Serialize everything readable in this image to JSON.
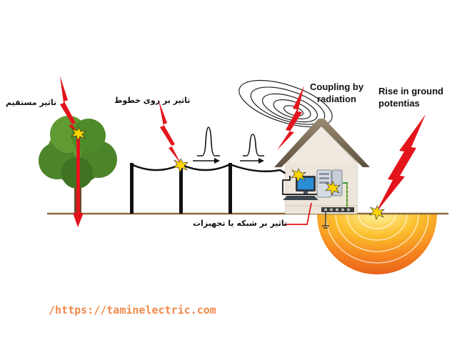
{
  "labels": {
    "direct_strike": "تاثیر مستقیم",
    "on_lines": "تاثیر بر روی خطوط",
    "on_network": "تاثیر بر شبکه یا تجهیزات",
    "coupling_line1": "Coupling by",
    "coupling_line2": "radiation",
    "ground_line1": "Rise in ground",
    "ground_line2": "potentias"
  },
  "footer": {
    "url": "/https://taminelectric.com"
  },
  "colors": {
    "lightning": "#e3141b",
    "ground_line": "#8b6a3a",
    "tree_foliage": "#4f8a2a",
    "house_wall": "#efe9df",
    "roof": "#7a6a55",
    "ground_rings": "#f59a1c",
    "url": "#f08a4b"
  },
  "icons": [
    "lightning-bolt-icon",
    "spark-icon",
    "surge-pulse-icon",
    "computer-icon",
    "monitor-icon",
    "radiation-waves-icon"
  ]
}
